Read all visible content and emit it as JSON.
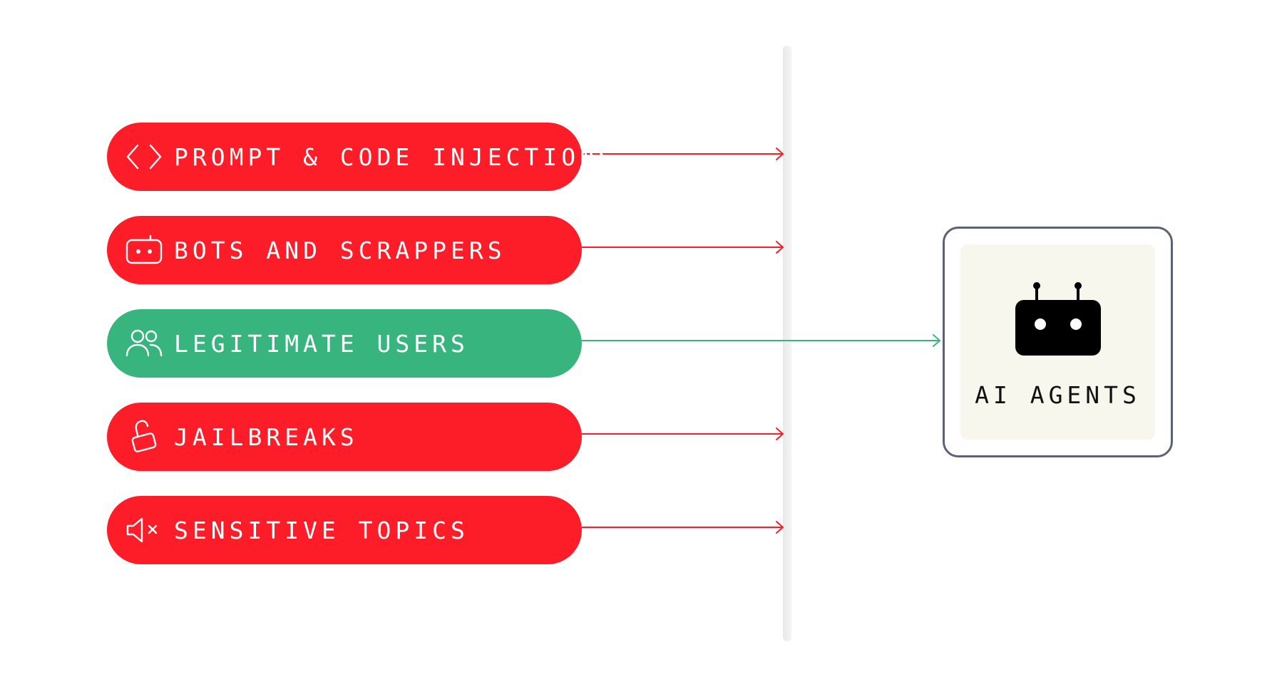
{
  "colors": {
    "blocked": "#fd1d28",
    "allowed": "#38b57f",
    "box_border": "#5b6277",
    "box_fill": "#f8f7ee"
  },
  "items": [
    {
      "label": "PROMPT & CODE INJECTIONS",
      "icon": "code-brackets-icon",
      "status": "blocked"
    },
    {
      "label": "BOTS AND SCRAPPERS",
      "icon": "bot-icon",
      "status": "blocked"
    },
    {
      "label": "LEGITIMATE USERS",
      "icon": "users-icon",
      "status": "allowed"
    },
    {
      "label": "JAILBREAKS",
      "icon": "unlock-icon",
      "status": "blocked"
    },
    {
      "label": "SENSITIVE TOPICS",
      "icon": "speaker-muted-icon",
      "status": "blocked"
    }
  ],
  "target": {
    "label": "AI AGENTS",
    "icon": "robot-icon"
  }
}
